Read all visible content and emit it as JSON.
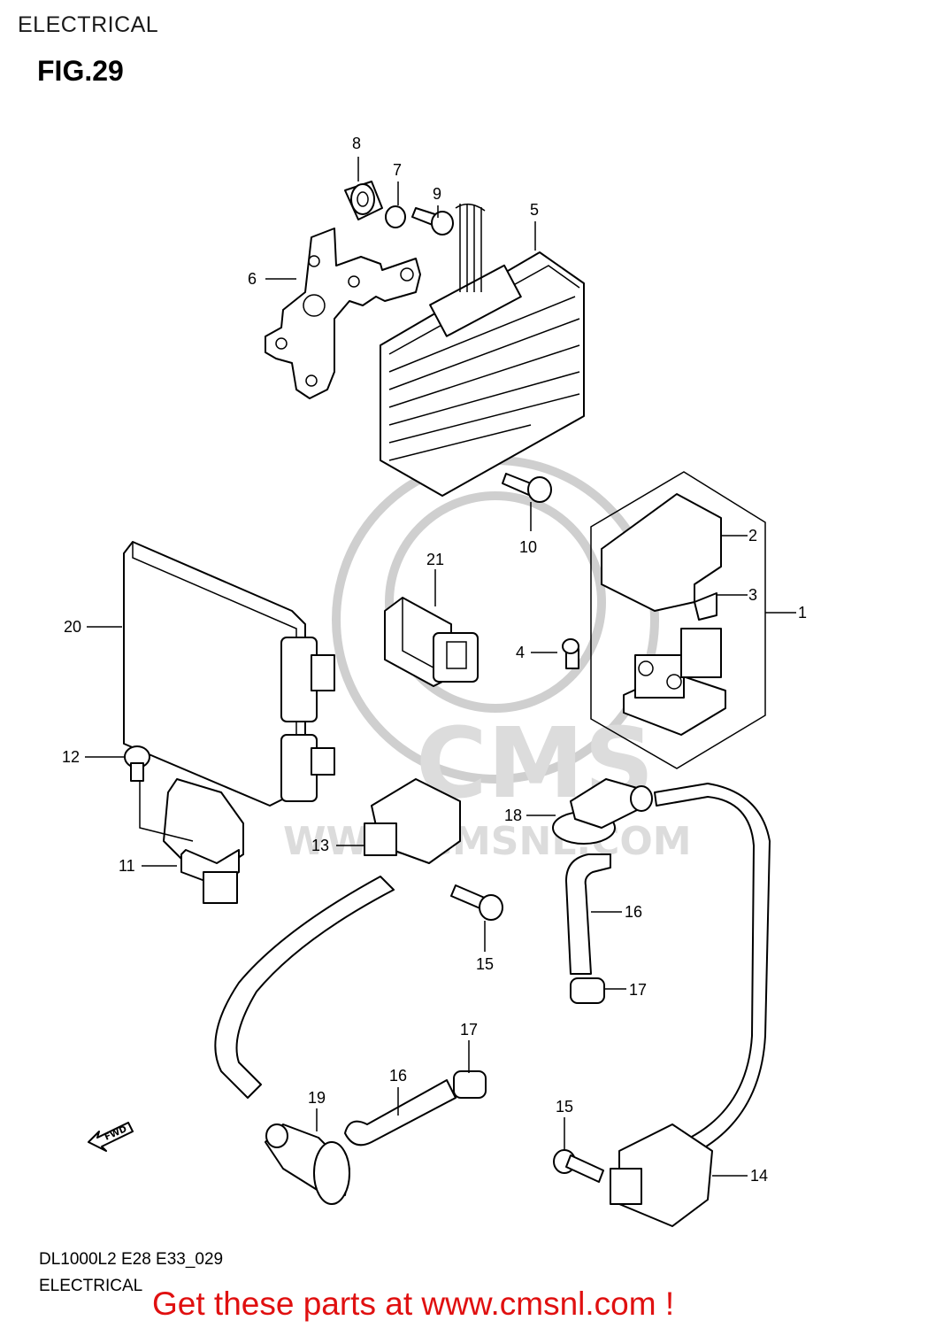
{
  "header": {
    "section": "ELECTRICAL",
    "figure": "FIG.29"
  },
  "watermark": {
    "brand": "CMS",
    "url": "WWW.CMSNL.COM"
  },
  "callouts": {
    "c1": "1",
    "c2": "2",
    "c3": "3",
    "c4": "4",
    "c5": "5",
    "c6": "6",
    "c7": "7",
    "c8": "8",
    "c9": "9",
    "c10": "10",
    "c11": "11",
    "c12": "12",
    "c13": "13",
    "c14": "14",
    "c15a": "15",
    "c15b": "15",
    "c16a": "16",
    "c16b": "16",
    "c17a": "17",
    "c17b": "17",
    "c18": "18",
    "c19": "19",
    "c20": "20",
    "c21": "21"
  },
  "fwd_label": "FWD",
  "footer": {
    "model": "DL1000L2 E28 E33_029",
    "section": "ELECTRICAL"
  },
  "promo": "Get these parts at www.cmsnl.com !"
}
